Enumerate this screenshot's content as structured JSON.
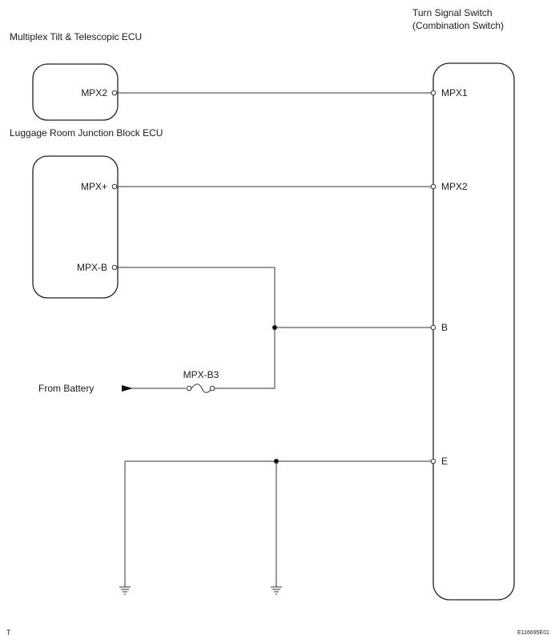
{
  "labels": {
    "tilt_ecu": "Multiplex Tilt & Telescopic ECU",
    "junction_ecu": "Luggage Room Junction Block ECU",
    "switch_title_line1": "Turn Signal Switch",
    "switch_title_line2": "(Combination Switch)",
    "tilt_pin_mpx2": "MPX2",
    "jb_pin_mpx_plus": "MPX+",
    "jb_pin_mpx_b": "MPX-B",
    "sw_pin_mpx1": "MPX1",
    "sw_pin_mpx2": "MPX2",
    "sw_pin_b": "B",
    "sw_pin_e": "E",
    "fuse": "MPX-B3",
    "from_battery": "From Battery",
    "footer_left": "T",
    "footer_right": "E116695E01"
  }
}
